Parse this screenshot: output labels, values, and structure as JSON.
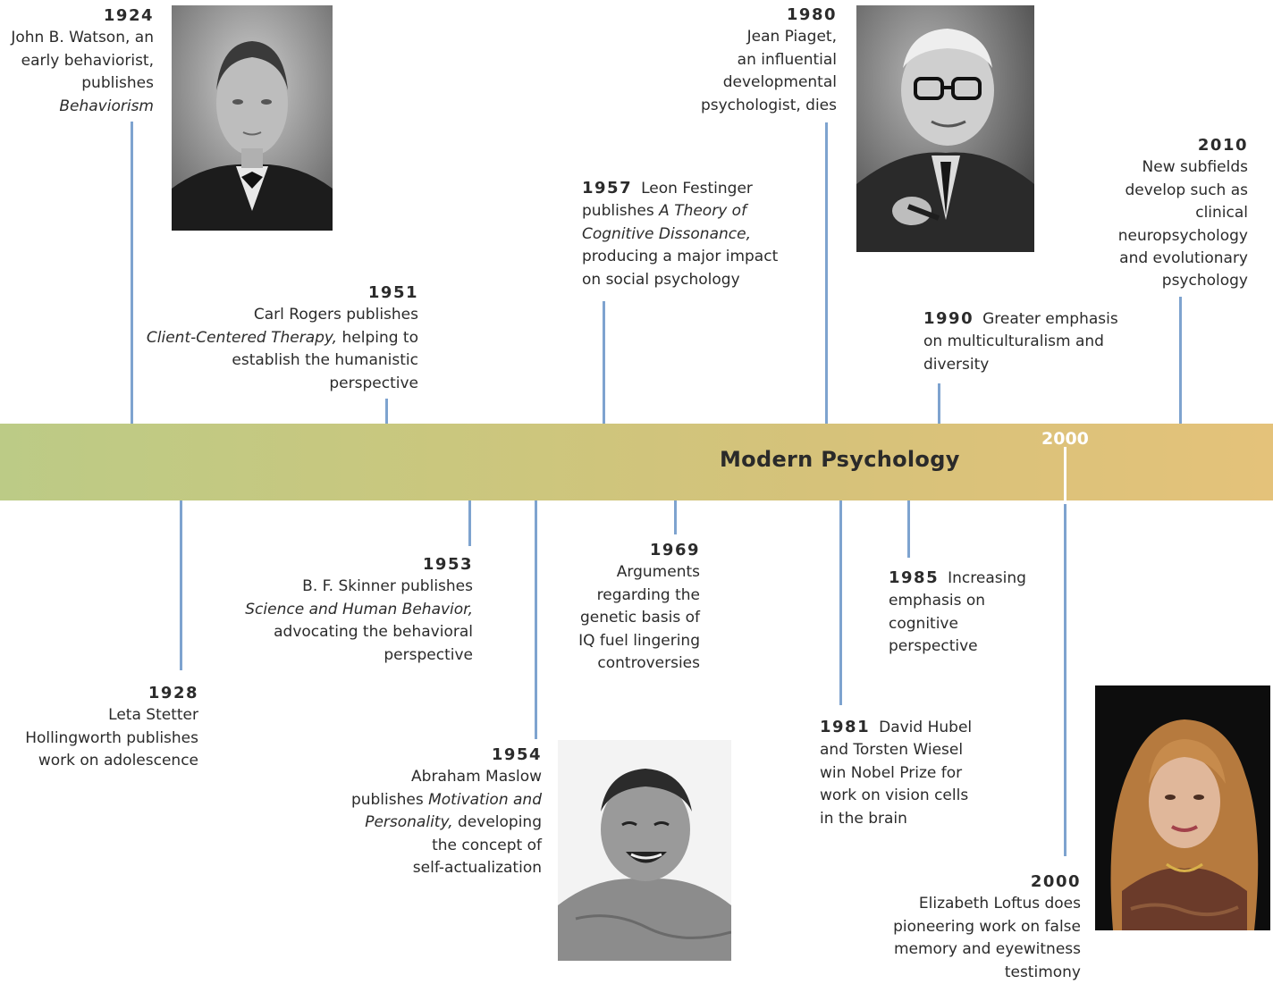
{
  "band": {
    "title": "Modern Psychology",
    "marker_year": "2000"
  },
  "events": {
    "e1924": {
      "year": "1924",
      "l1": "John B. Watson, an",
      "l2": "early behaviorist,",
      "l3": "publishes",
      "l4": "Behaviorism"
    },
    "e1928": {
      "year": "1928",
      "l1": "Leta Stetter",
      "l2": "Hollingworth publishes",
      "l3": "work on adolescence"
    },
    "e1951": {
      "year": "1951",
      "l1": "Carl Rogers publishes",
      "l2i": "Client-Centered Therapy,",
      "l2": " helping to",
      "l3": "establish the humanistic",
      "l4": "perspective"
    },
    "e1953": {
      "year": "1953",
      "l1": "B. F. Skinner publishes",
      "l2": "Science and Human Behavior,",
      "l3": "advocating the behavioral",
      "l4": "perspective"
    },
    "e1954": {
      "year": "1954",
      "l1": "Abraham Maslow",
      "l2": "publishes ",
      "l2i": "Motivation and",
      "l3i": "Personality,",
      "l3": " developing",
      "l4": "the concept of",
      "l5": "self-actualization"
    },
    "e1957": {
      "year": "1957",
      "l1": "Leon Festinger",
      "l2": "publishes ",
      "l2i": "A Theory of",
      "l3i": "Cognitive Dissonance,",
      "l4": "producing a major impact",
      "l5": "on social psychology"
    },
    "e1969": {
      "year": "1969",
      "l1": "Arguments",
      "l2": "regarding the",
      "l3": "genetic basis of",
      "l4": "IQ fuel lingering",
      "l5": "controversies"
    },
    "e1980": {
      "year": "1980",
      "l1": "Jean Piaget,",
      "l2": "an influential",
      "l3": "developmental",
      "l4": "psychologist, dies"
    },
    "e1981": {
      "year": "1981",
      "l1": "David Hubel",
      "l2": "and Torsten Wiesel",
      "l3": "win Nobel Prize for",
      "l4": "work on vision cells",
      "l5": "in the brain"
    },
    "e1985": {
      "year": "1985",
      "l1": "Increasing",
      "l2": "emphasis on",
      "l3": "cognitive",
      "l4": "perspective"
    },
    "e1990": {
      "year": "1990",
      "l1": "Greater emphasis",
      "l2": "on multiculturalism and",
      "l3": "diversity"
    },
    "e2000": {
      "year": "2000",
      "l1": "Elizabeth Loftus does",
      "l2": "pioneering work on false",
      "l3": "memory and eyewitness",
      "l4": "testimony"
    },
    "e2010": {
      "year": "2010",
      "l1": "New subfields",
      "l2": "develop such as",
      "l3": "clinical",
      "l4": "neuropsychology",
      "l5": "and evolutionary",
      "l6": "psychology"
    }
  },
  "colors": {
    "connector": "#7ea3cf",
    "band_start": "#bccb86",
    "band_end": "#e4c27a"
  }
}
